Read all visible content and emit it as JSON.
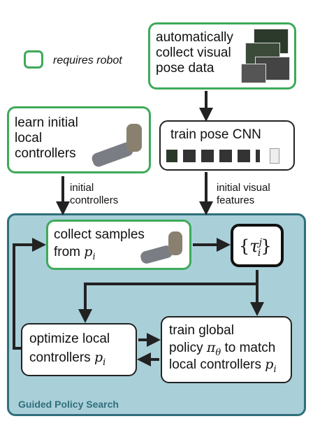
{
  "legend": {
    "label": "requires robot"
  },
  "nodes": {
    "collect_pose": {
      "text": "automatically collect visual pose data"
    },
    "learn_initial": {
      "text": "learn initial local controllers"
    },
    "train_cnn": {
      "text": "train pose CNN"
    },
    "collect_samples": {
      "line1": "collect samples",
      "line2_prefix": "from",
      "var": "p",
      "sub": "i"
    },
    "trajectories": {
      "tau": "τ",
      "sub": "i",
      "sup": "j"
    },
    "optimize": {
      "line1": "optimize local",
      "line2": "controllers",
      "var": "p",
      "sub": "i"
    },
    "train_global": {
      "line1": "train global",
      "line2_prefix": "policy",
      "pi": "π",
      "theta": "θ",
      "line2_suffix": "to match",
      "line3": "local controllers",
      "var": "p",
      "sub": "i"
    }
  },
  "edge_labels": {
    "initial_controllers": "initial controllers",
    "initial_visual_features": "initial visual features"
  },
  "panel": {
    "title": "Guided Policy Search"
  },
  "colors": {
    "green": "#3daa5a",
    "teal": "#2f6f7b",
    "panel": "#a9cfd9"
  }
}
